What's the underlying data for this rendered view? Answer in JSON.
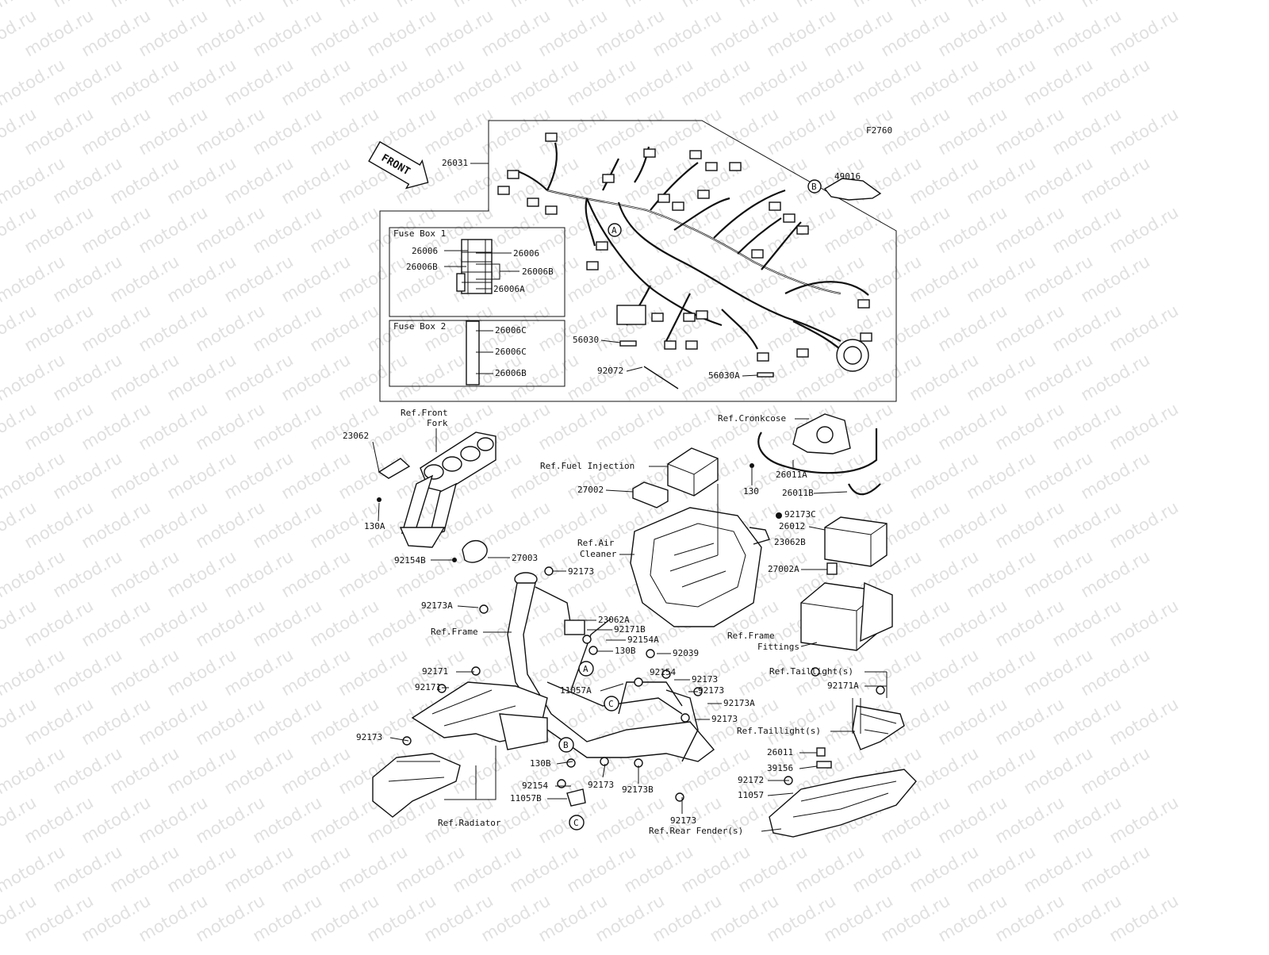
{
  "diagram_code": "F2760",
  "watermark": "motod.ru",
  "front_arrow": "FRONT",
  "fuse_box_1": {
    "title": "Fuse Box 1",
    "labels": [
      "26006",
      "26006",
      "26006B",
      "26006B",
      "26006A"
    ]
  },
  "fuse_box_2": {
    "title": "Fuse Box 2",
    "labels": [
      "26006C",
      "26006C",
      "26006B"
    ]
  },
  "callouts": [
    "A",
    "B",
    "A",
    "B",
    "C",
    "C"
  ],
  "labels": [
    "26031",
    "49016",
    "56030",
    "92072",
    "56030A",
    "Ref.Front",
    "Fork",
    "23062",
    "130A",
    "92154B",
    "27003",
    "Ref.Fuel Injection",
    "27002",
    "Ref.Cronkcose",
    "26011A",
    "130",
    "26011B",
    "92173C",
    "26012",
    "23062B",
    "Ref.Air",
    "Cleaner",
    "27002A",
    "92173",
    "92173A",
    "23062A",
    "92171B",
    "92154A",
    "Ref.Frame",
    "130B",
    "92039",
    "Ref.Frame",
    "Fittings",
    "92171",
    "92171",
    "11057A",
    "92154",
    "92173",
    "92173",
    "92173A",
    "92173",
    "Ref.Taillight(s)",
    "92171A",
    "Ref.Taillight(s)",
    "92173",
    "130B",
    "92173",
    "92173B",
    "92154",
    "11057B",
    "26011",
    "39156",
    "92172",
    "11057",
    "Ref.Radiator",
    "92173",
    "Ref.Rear Fender(s)"
  ]
}
